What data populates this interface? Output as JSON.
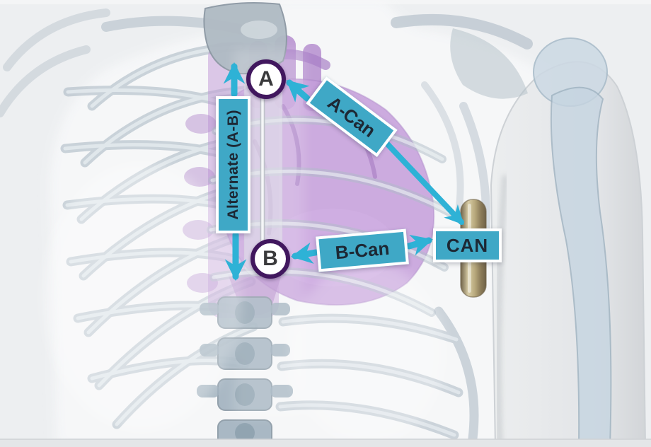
{
  "markers": {
    "a": {
      "label": "A"
    },
    "b": {
      "label": "B"
    }
  },
  "labels": {
    "alternate": {
      "text": "Alternate (A-B)"
    },
    "a_can": {
      "text": "A-Can"
    },
    "b_can": {
      "text": "B-Can"
    },
    "can": {
      "text": "CAN"
    }
  },
  "arrows": [
    {
      "name": "alternate-to-a",
      "from": "Alternate (A-B)",
      "to": "A"
    },
    {
      "name": "alternate-to-b",
      "from": "Alternate (A-B)",
      "to": "B"
    },
    {
      "name": "a-can-to-a",
      "from": "A-Can",
      "to": "A"
    },
    {
      "name": "a-can-to-can",
      "from": "A-Can",
      "to": "CAN"
    },
    {
      "name": "b-can-to-b",
      "from": "B-Can",
      "to": "B"
    },
    {
      "name": "b-can-to-can",
      "from": "B-Can",
      "to": "CAN"
    }
  ],
  "colors": {
    "label_fill": "#3fa8c6",
    "label_border": "#ffffff",
    "label_text": "#1d2834",
    "arrow": "#2eb2d6",
    "marker_ring": "#41175e",
    "marker_fill": "#ffffff",
    "marker_text": "#3a3a3c",
    "heart_purple": "#c59edb",
    "device_gold": "#b3a379"
  }
}
